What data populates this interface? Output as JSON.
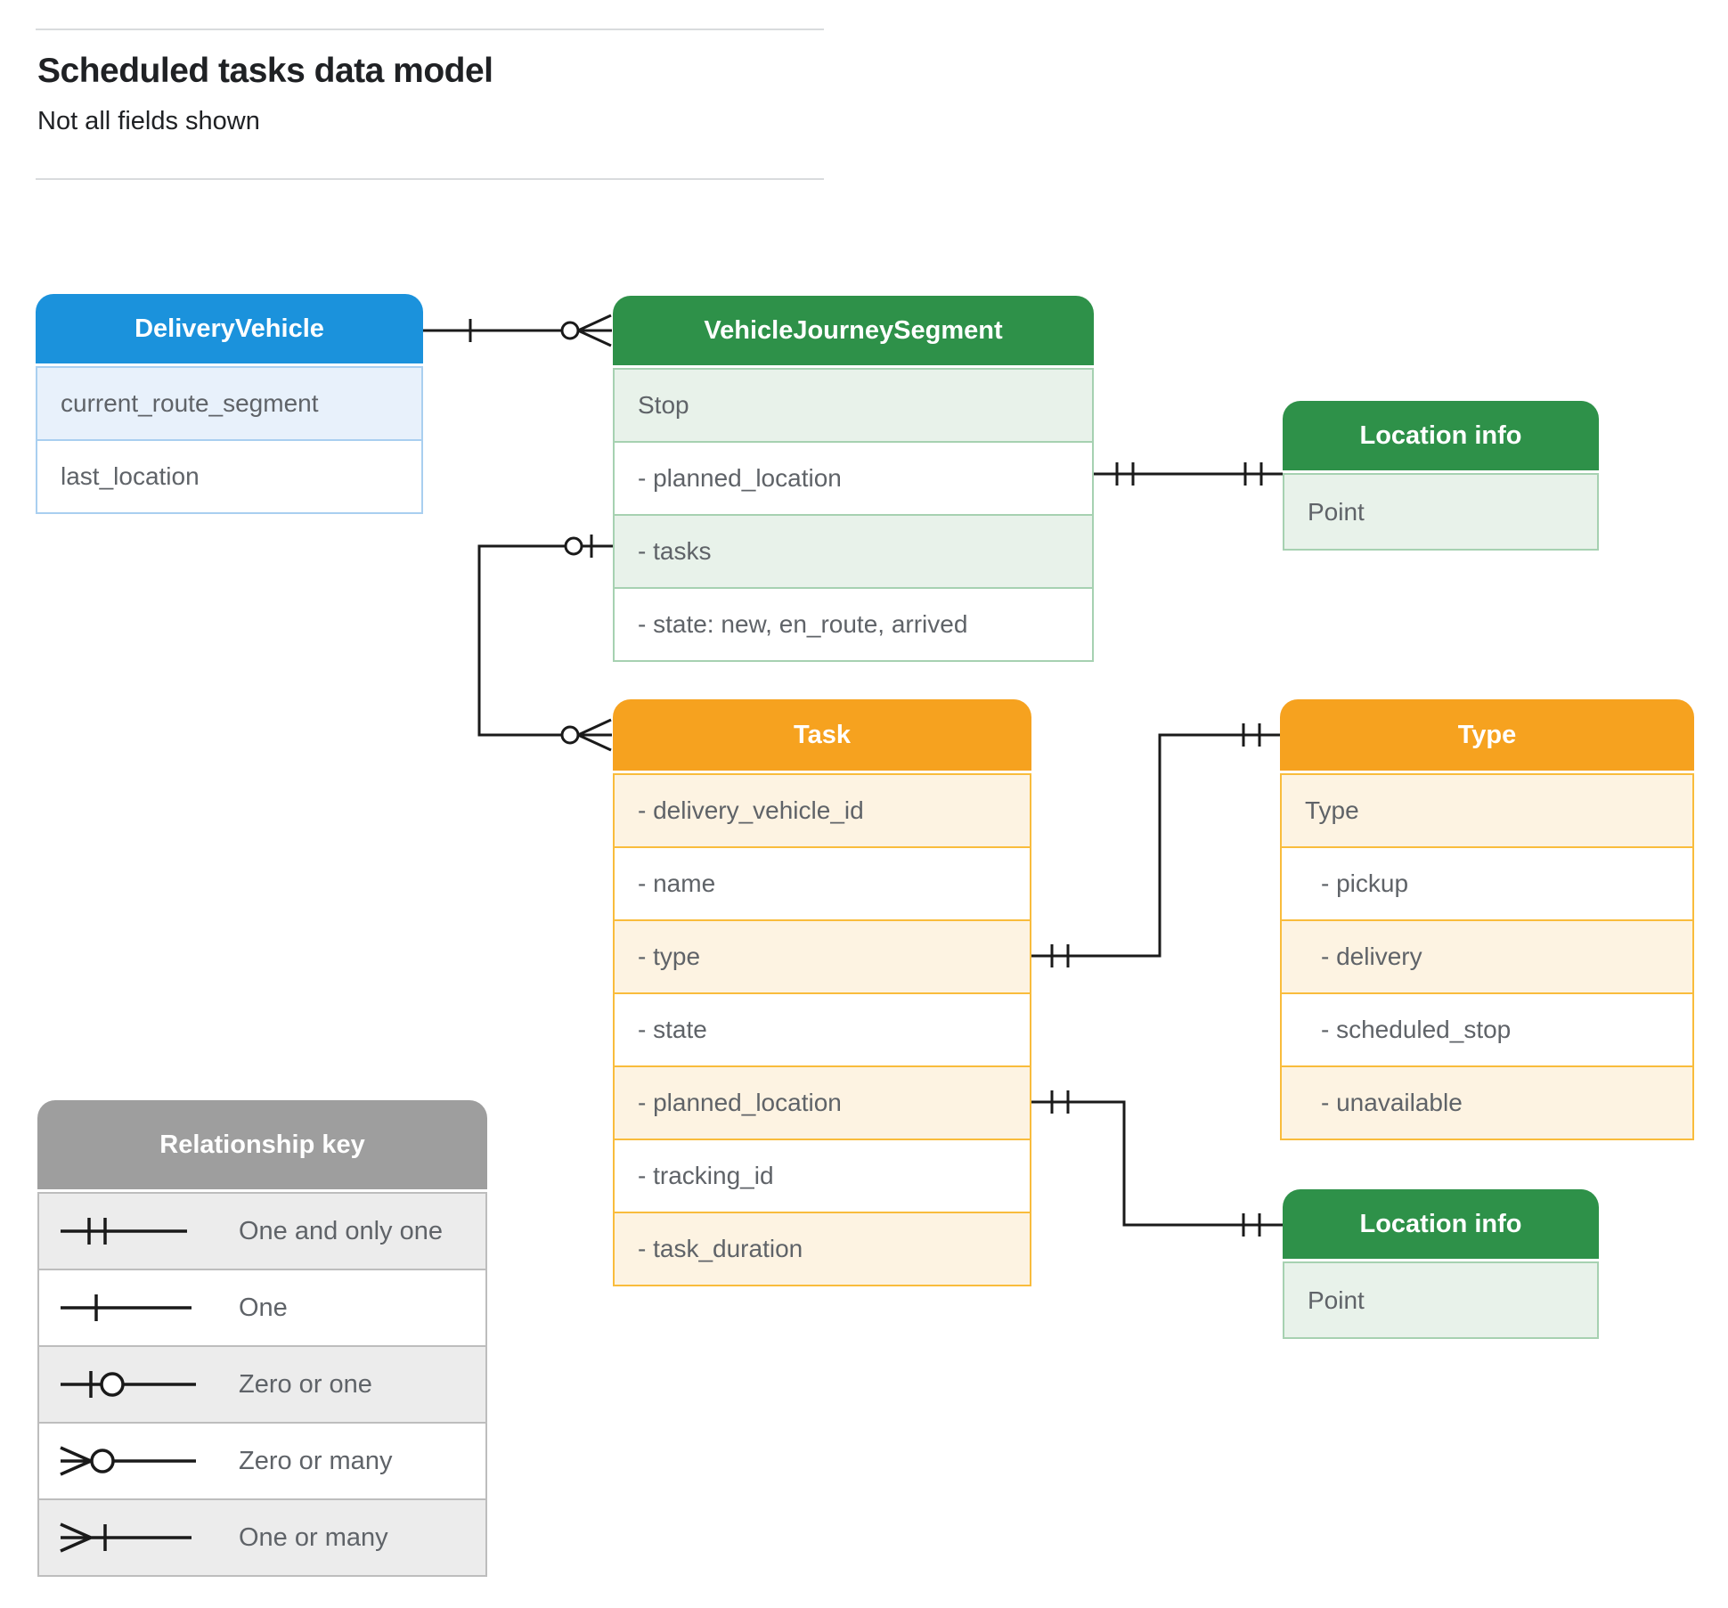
{
  "page": {
    "title": "Scheduled tasks data model",
    "subtitle": "Not all fields shown"
  },
  "colors": {
    "blue_header": "#1b92dc",
    "blue_tint": "#e8f1fb",
    "blue_border": "#a9cff0",
    "green_header": "#2e9149",
    "green_tint": "#e8f2ea",
    "green_border": "#a6d1b1",
    "orange_header": "#f6a21f",
    "orange_tint": "#fdf3e2",
    "orange_border": "#f9bc3c",
    "gray_header": "#9e9e9e",
    "gray_tint": "#ececec",
    "gray_border": "#bdbdbd",
    "connector": "#1a1a1a",
    "row_text": "#5f6368"
  },
  "entities": {
    "delivery_vehicle": {
      "title": "DeliveryVehicle",
      "rows": [
        "current_route_segment",
        "last_location"
      ]
    },
    "vehicle_journey_segment": {
      "title": "VehicleJourneySegment",
      "rows": [
        "Stop",
        "- planned_location",
        "- tasks",
        "- state: new, en_route, arrived"
      ]
    },
    "location_info_top": {
      "title": "Location info",
      "rows": [
        "Point"
      ]
    },
    "task": {
      "title": "Task",
      "rows": [
        "- delivery_vehicle_id",
        "- name",
        "- type",
        "- state",
        "- planned_location",
        "- tracking_id",
        "- task_duration"
      ]
    },
    "type": {
      "title": "Type",
      "rows": [
        "Type",
        "- pickup",
        "- delivery",
        "- scheduled_stop",
        "- unavailable"
      ]
    },
    "location_info_bottom": {
      "title": "Location info",
      "rows": [
        "Point"
      ]
    }
  },
  "connections": [
    {
      "from": "DeliveryVehicle",
      "to": "VehicleJourneySegment",
      "from_cardinality": "one",
      "to_cardinality": "zero-or-many"
    },
    {
      "from": "VehicleJourneySegment.planned_location",
      "to": "Location info",
      "from_cardinality": "one-and-only-one",
      "to_cardinality": "one-and-only-one"
    },
    {
      "from": "VehicleJourneySegment.tasks",
      "to": "Task",
      "from_cardinality": "zero-or-one",
      "to_cardinality": "zero-or-many"
    },
    {
      "from": "Task.type",
      "to": "Type",
      "from_cardinality": "one-and-only-one",
      "to_cardinality": "one-and-only-one"
    },
    {
      "from": "Task.planned_location",
      "to": "Location info",
      "from_cardinality": "one-and-only-one",
      "to_cardinality": "one-and-only-one"
    }
  ],
  "relationship_key": {
    "title": "Relationship key",
    "items": [
      {
        "symbol": "one-and-only-one",
        "label": "One and only one"
      },
      {
        "symbol": "one",
        "label": "One"
      },
      {
        "symbol": "zero-or-one",
        "label": "Zero or one"
      },
      {
        "symbol": "zero-or-many",
        "label": "Zero or many"
      },
      {
        "symbol": "one-or-many",
        "label": "One or many"
      }
    ]
  }
}
